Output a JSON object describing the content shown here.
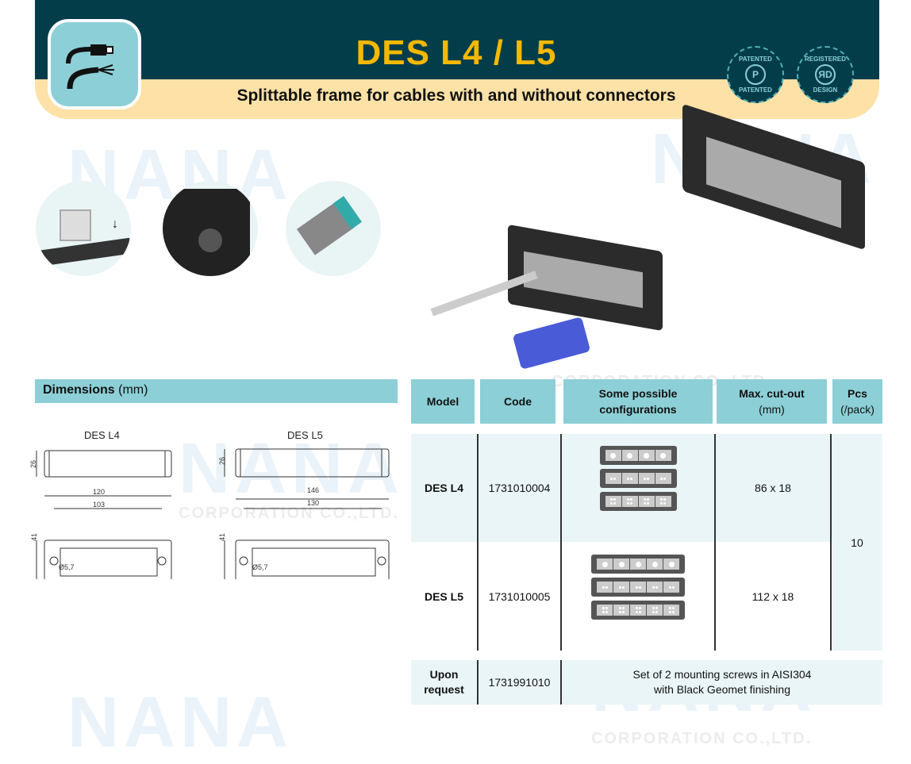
{
  "header": {
    "title": "DES L4 / L5",
    "subtitle": "Splittable frame for cables with and without connectors",
    "icon": "cable-connector-icon",
    "badges": [
      {
        "top": "PATENTED",
        "bottom": "PATENTED",
        "symbol": "P"
      },
      {
        "top": "REGISTERED",
        "bottom": "DESIGN",
        "symbol": "ЯD"
      }
    ]
  },
  "watermark": {
    "brand": "NANA",
    "company": "CORPORATION CO.,LTD."
  },
  "dimensions": {
    "title": "Dimensions",
    "unit": "(mm)",
    "drawings": [
      {
        "label": "DES L4",
        "height": "26",
        "length": "120",
        "hole_spacing": "103",
        "width": "41",
        "hole": "Ø5,7"
      },
      {
        "label": "DES L5",
        "height": "26",
        "length": "146",
        "hole_spacing": "130",
        "width": "41",
        "hole": "Ø5,7"
      }
    ]
  },
  "table": {
    "headers": {
      "model": "Model",
      "code": "Code",
      "config_1": "Some possible",
      "config_2": "configurations",
      "cutout_1": "Max. cut-out",
      "cutout_2": "(mm)",
      "pcs_1": "Pcs",
      "pcs_2": "(/pack)"
    },
    "rows": [
      {
        "model": "DES L4",
        "code": "1731010004",
        "cutout": "86 x 18",
        "cells": 4
      },
      {
        "model": "DES L5",
        "code": "1731010005",
        "cutout": "112 x 18",
        "cells": 5
      }
    ],
    "pcs": "10",
    "extra": {
      "model_1": "Upon",
      "model_2": "request",
      "code": "1731991010",
      "desc_1": "Set of 2 mounting screws in AISI304",
      "desc_2": "with Black Geomet finishing"
    }
  },
  "colors": {
    "dark": "#033d4a",
    "cream": "#fde1a6",
    "accent": "#8ccfd6",
    "title": "#f5b800"
  }
}
